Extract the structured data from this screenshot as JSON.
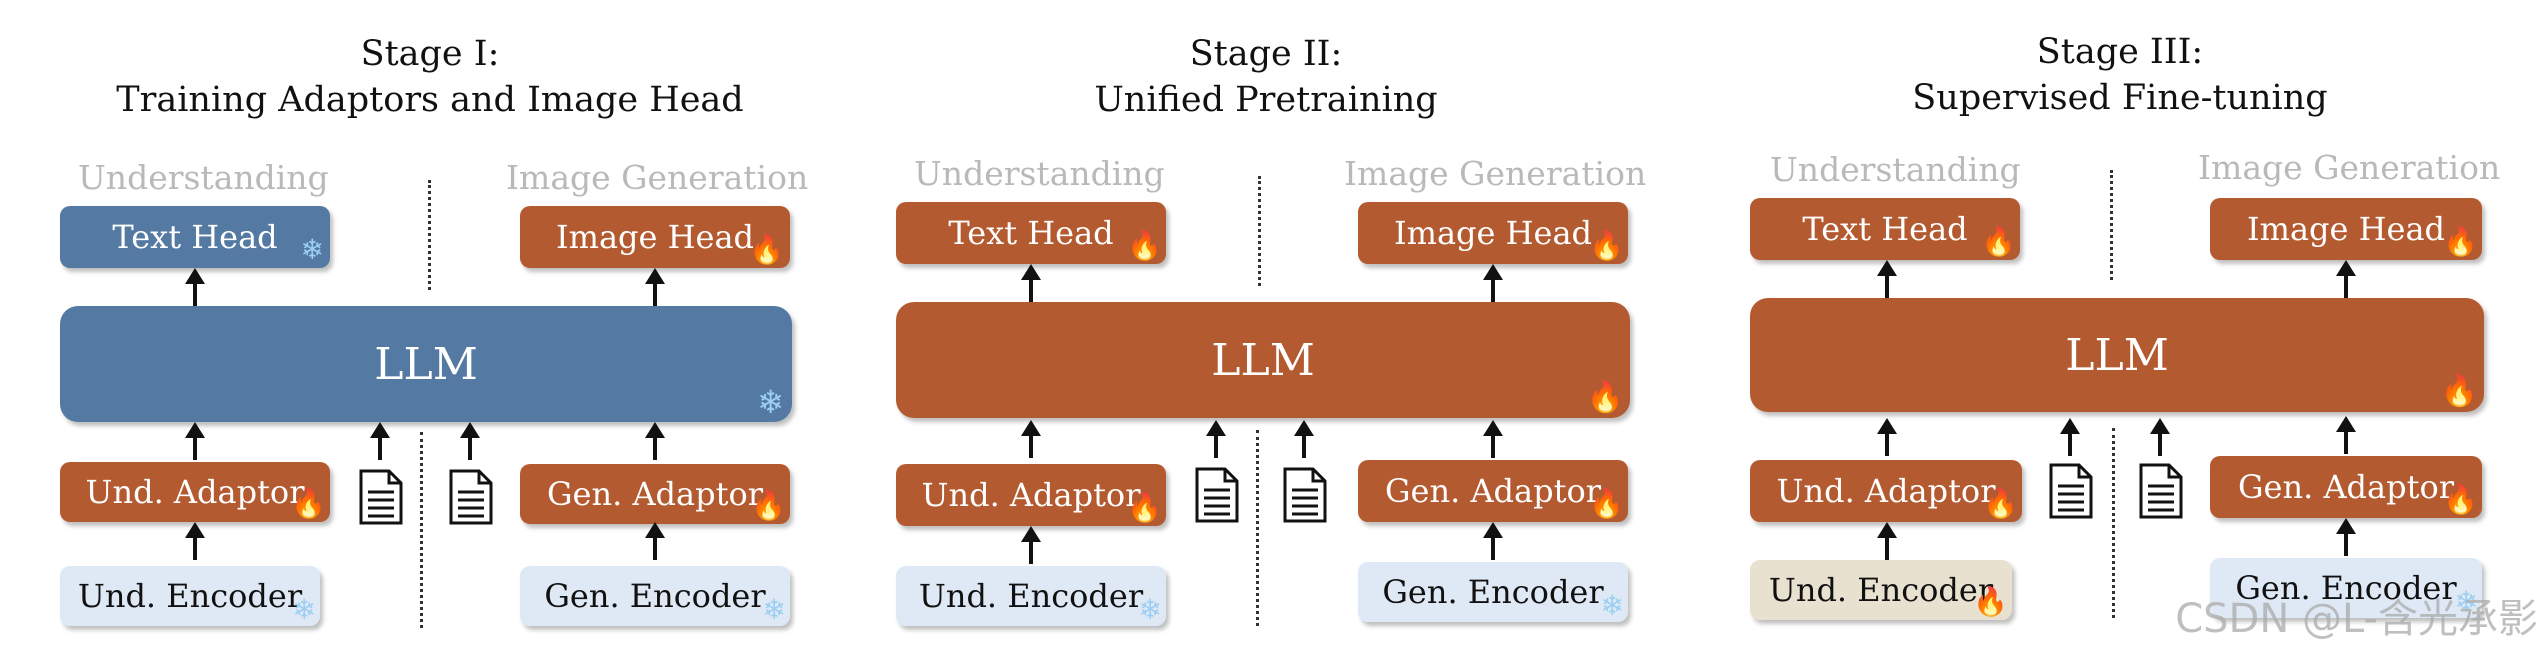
{
  "stages": [
    {
      "title_line1": "Stage I:",
      "title_line2": "Training Adaptors and Image Head",
      "understanding_label": "Understanding",
      "generation_label": "Image Generation",
      "text_head": {
        "label": "Text Head",
        "state": "frozen"
      },
      "image_head": {
        "label": "Image Head",
        "state": "trainable"
      },
      "llm": {
        "label": "LLM",
        "state": "frozen"
      },
      "und_adaptor": {
        "label": "Und. Adaptor",
        "state": "trainable"
      },
      "gen_adaptor": {
        "label": "Gen. Adaptor",
        "state": "trainable"
      },
      "und_encoder": {
        "label": "Und. Encoder",
        "state": "frozen"
      },
      "gen_encoder": {
        "label": "Gen. Encoder",
        "state": "frozen"
      }
    },
    {
      "title_line1": "Stage II:",
      "title_line2": "Unified Pretraining",
      "understanding_label": "Understanding",
      "generation_label": "Image Generation",
      "text_head": {
        "label": "Text Head",
        "state": "trainable"
      },
      "image_head": {
        "label": "Image Head",
        "state": "trainable"
      },
      "llm": {
        "label": "LLM",
        "state": "trainable"
      },
      "und_adaptor": {
        "label": "Und. Adaptor",
        "state": "trainable"
      },
      "gen_adaptor": {
        "label": "Gen. Adaptor",
        "state": "trainable"
      },
      "und_encoder": {
        "label": "Und. Encoder",
        "state": "frozen"
      },
      "gen_encoder": {
        "label": "Gen. Encoder",
        "state": "frozen"
      }
    },
    {
      "title_line1": "Stage III:",
      "title_line2": "Supervised Fine-tuning",
      "understanding_label": "Understanding",
      "generation_label": "Image Generation",
      "text_head": {
        "label": "Text Head",
        "state": "trainable"
      },
      "image_head": {
        "label": "Image Head",
        "state": "trainable"
      },
      "llm": {
        "label": "LLM",
        "state": "trainable"
      },
      "und_adaptor": {
        "label": "Und. Adaptor",
        "state": "trainable"
      },
      "gen_adaptor": {
        "label": "Gen. Adaptor",
        "state": "trainable"
      },
      "und_encoder": {
        "label": "Und. Encoder",
        "state": "trainable"
      },
      "gen_encoder": {
        "label": "Gen. Encoder",
        "state": "frozen"
      }
    }
  ],
  "icons": {
    "frozen": "snowflake-icon",
    "trainable": "flame-icon",
    "text_input": "document-icon"
  },
  "colors": {
    "frozen_module": "#547aa3",
    "trainable_module": "#b45a30",
    "encoder_frozen": "#dfe9f6",
    "encoder_trainable": "#e8e1d0",
    "section_label": "#b9b9b9"
  },
  "watermark": "CSDN @L-含光承影"
}
